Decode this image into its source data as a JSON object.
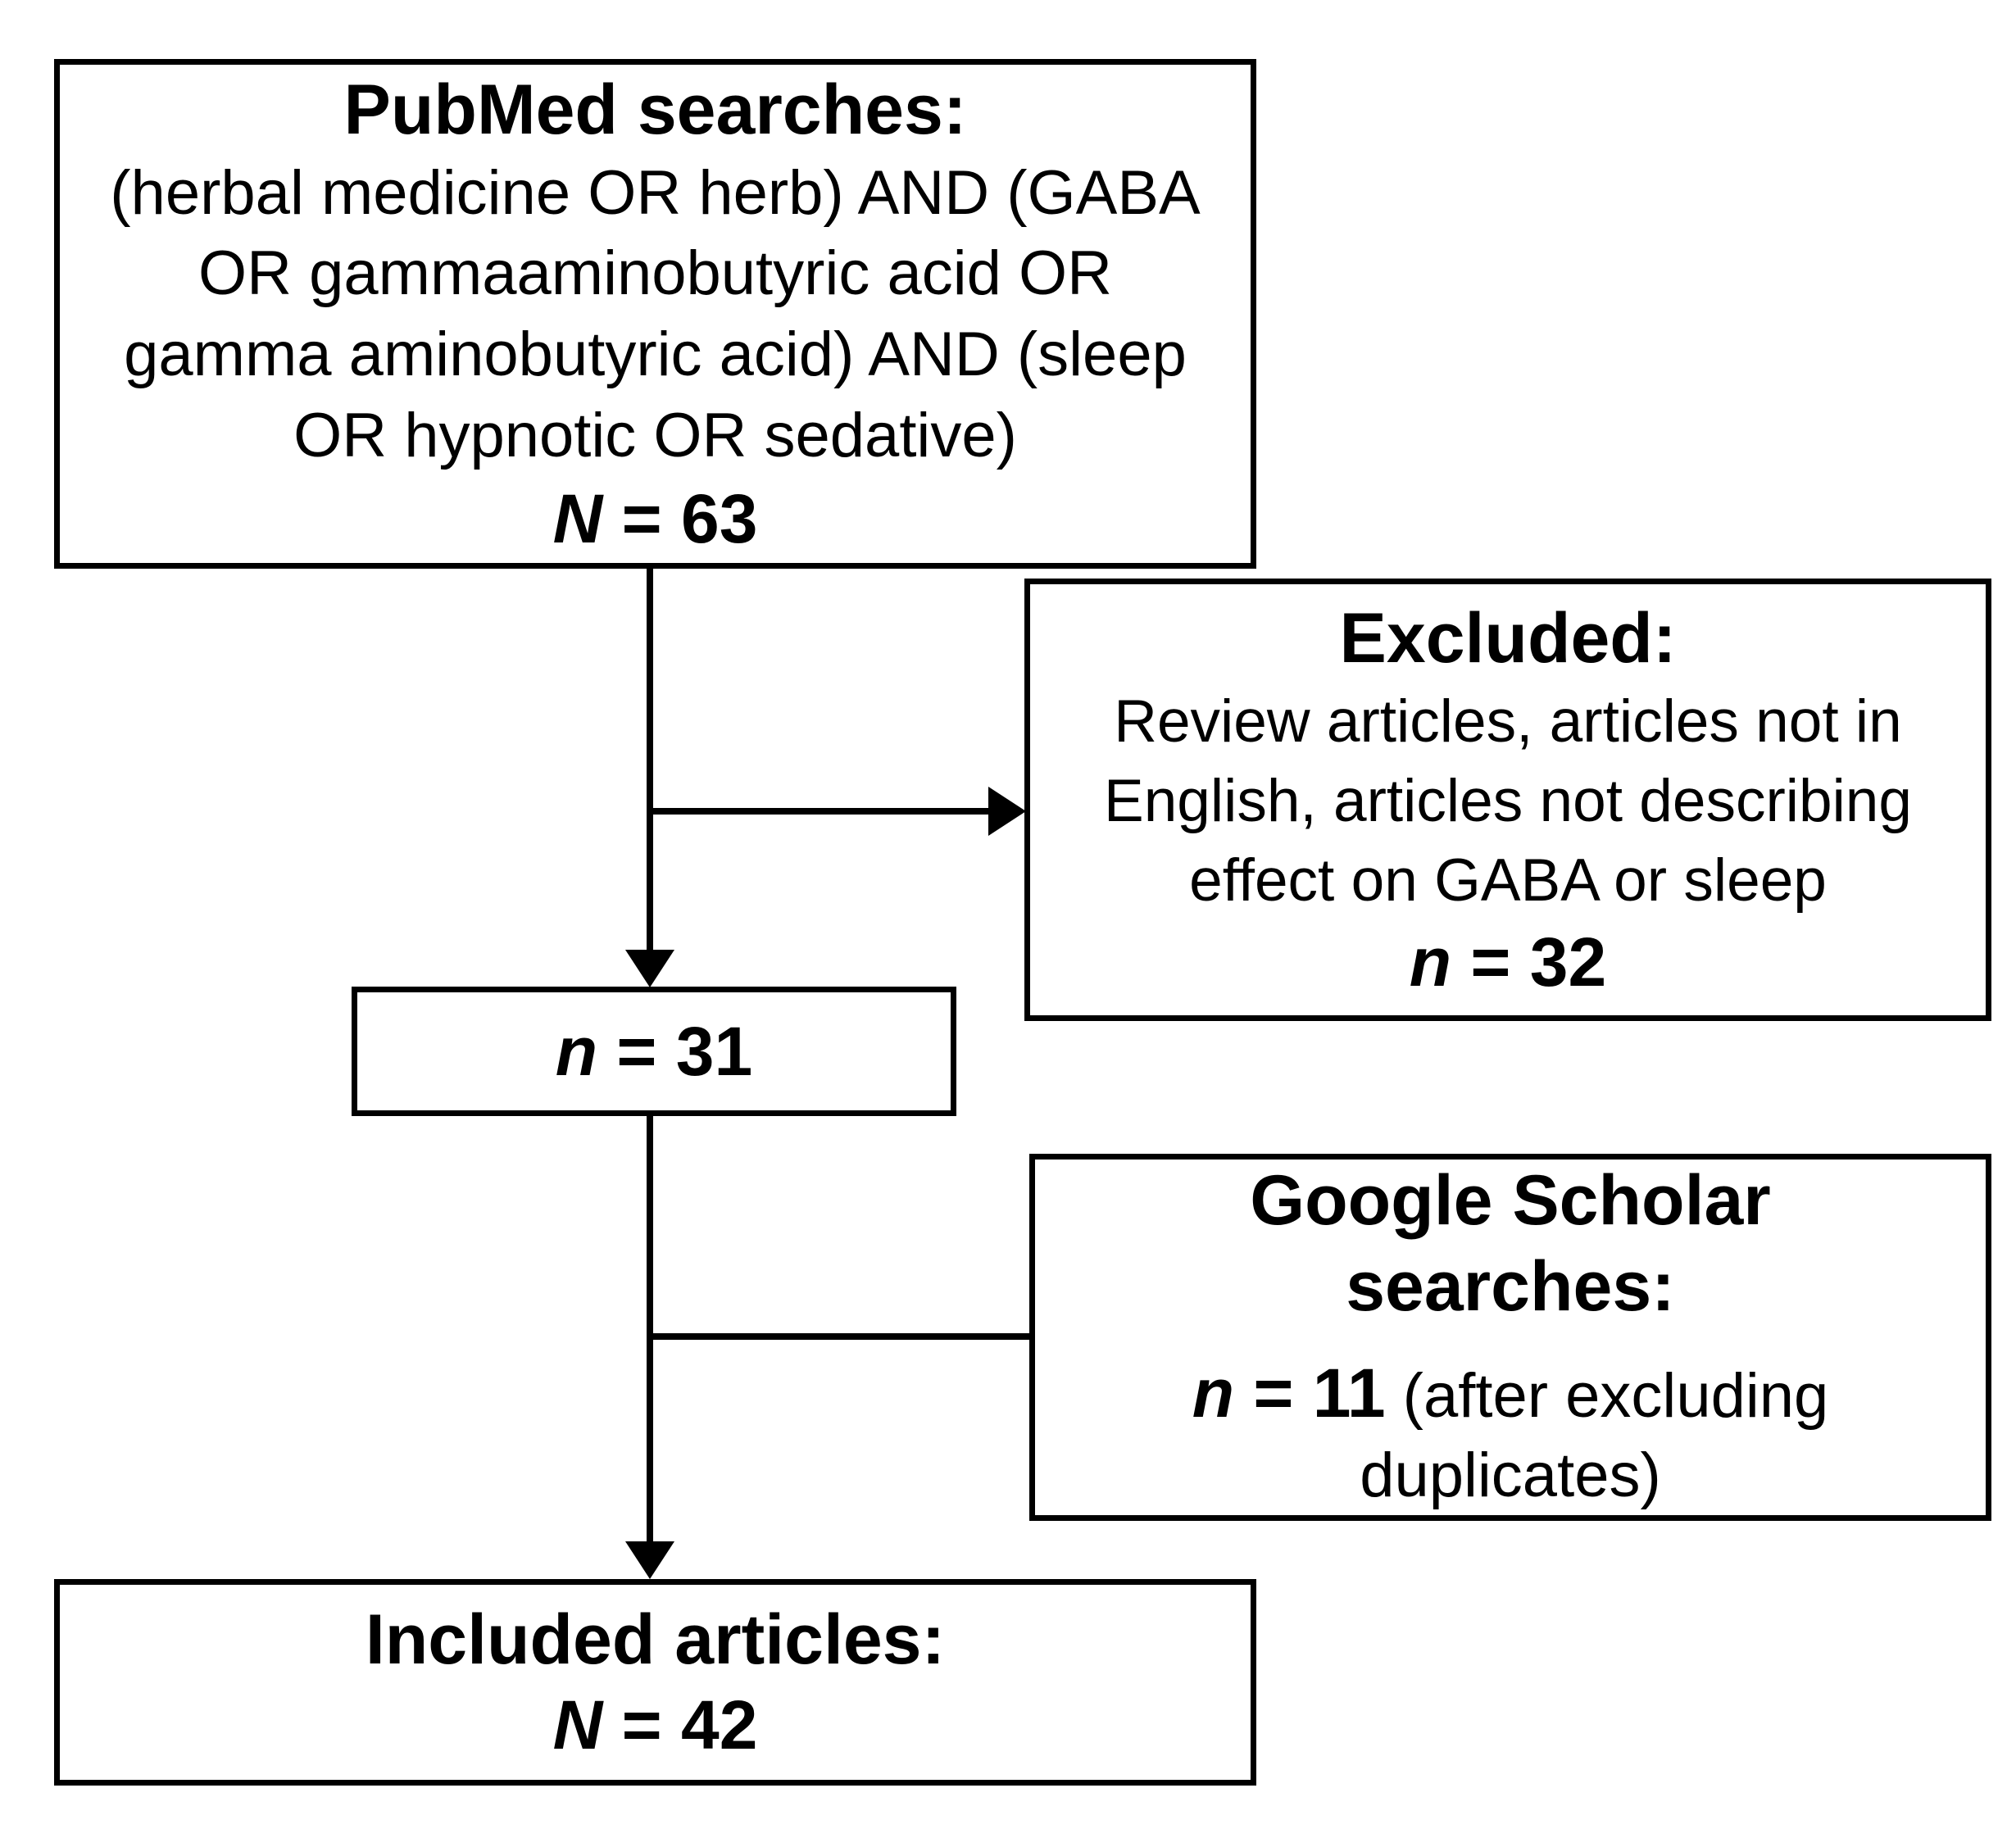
{
  "colors": {
    "background": "#ffffff",
    "line_color": "#000000",
    "text_color": "#000000"
  },
  "boxes": {
    "pubmed": {
      "title": "PubMed searches:",
      "lines": [
        "(herbal medicine OR herb) AND (GABA",
        "OR gammaaminobutyric acid OR",
        "gamma aminobutyric acid) AND (sleep",
        "OR hypnotic OR sedative)"
      ],
      "stat_letter": "N",
      "stat_rest": " = 63"
    },
    "excluded": {
      "title": "Excluded:",
      "lines": [
        "Review articles, articles not in",
        "English, articles not describing",
        "effect on GABA or sleep"
      ],
      "stat_letter": "n",
      "stat_rest": " = 32"
    },
    "n31": {
      "stat_letter": "n",
      "stat_rest": " = 31"
    },
    "google": {
      "title_lines": [
        "Google Scholar",
        "searches:"
      ],
      "stat_letter": "n",
      "stat_rest": " = 11",
      "note_line1": " (after excluding",
      "note_line2": "duplicates)"
    },
    "included": {
      "title": "Included articles:",
      "stat_letter": "N",
      "stat_rest": " = 42"
    }
  }
}
